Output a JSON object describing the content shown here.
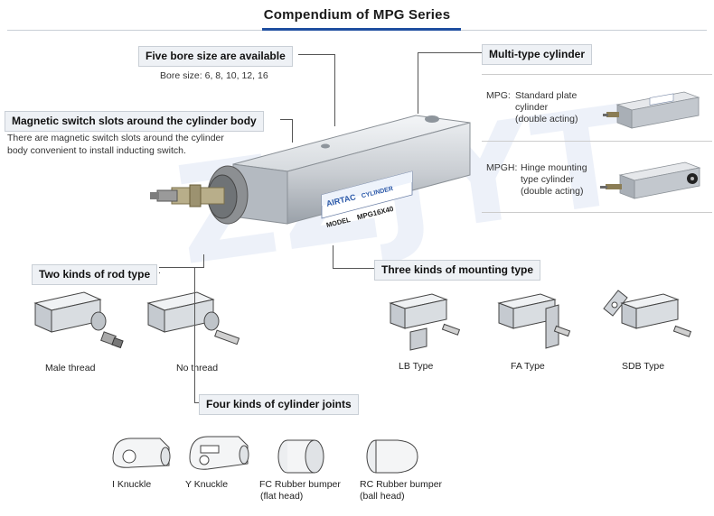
{
  "title": "Compendium of MPG Series",
  "watermark": "ZZJYT",
  "bore": {
    "label": "Five bore size are available",
    "text": "Bore size: 6, 8, 10, 12, 16"
  },
  "magnetic": {
    "label": "Magnetic switch slots around the cylinder body",
    "text_line1": "There are magnetic switch slots around the cylinder",
    "text_line2": "body convenient to install inducting switch."
  },
  "multitype": {
    "label": "Multi-type cylinder",
    "mpg": {
      "prefix": "MPG:",
      "line1": "Standard plate",
      "line2": "cylinder",
      "line3": "(double acting)"
    },
    "mpgh": {
      "prefix": "MPGH:",
      "line1": "Hinge mounting",
      "line2": "type cylinder",
      "line3": "(double acting)"
    }
  },
  "cylinder_label": {
    "brand": "AIRTAC",
    "sub": "CYLINDER",
    "model_key": "MODEL",
    "model": "MPG16X40"
  },
  "rod": {
    "label": "Two kinds of rod type",
    "items": [
      "Male thread",
      "No thread"
    ]
  },
  "mounting": {
    "label": "Three kinds of mounting type",
    "items": [
      "LB Type",
      "FA Type",
      "SDB Type"
    ]
  },
  "joints": {
    "label": "Four kinds of cylinder joints",
    "items": [
      {
        "line1": "I Knuckle",
        "line2": ""
      },
      {
        "line1": "Y Knuckle",
        "line2": ""
      },
      {
        "line1": "FC Rubber bumper",
        "line2": "(flat head)"
      },
      {
        "line1": "RC Rubber bumper",
        "line2": "(ball head)"
      }
    ]
  },
  "colors": {
    "accent": "#1f4fa0",
    "metal": "#c9cdd2",
    "label_bg": "#eef1f5"
  }
}
